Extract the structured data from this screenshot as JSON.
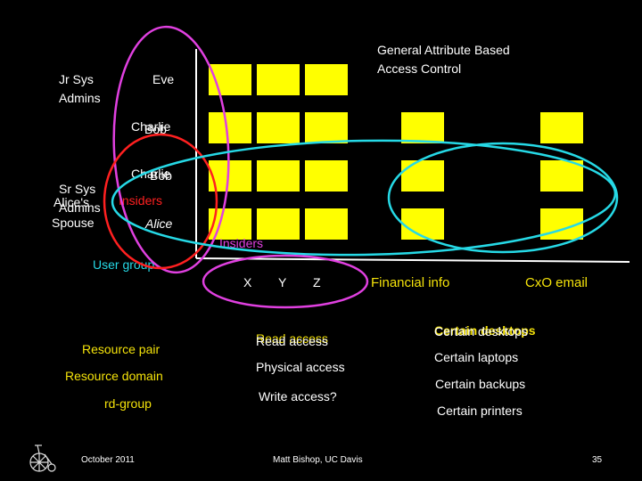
{
  "title": {
    "line1": "General Attribute Based",
    "line2": "Access Control"
  },
  "rows": {
    "jr_line1": "Jr Sys",
    "jr_line2": "Admins",
    "eve": "Eve",
    "charlie_a": "Charlie",
    "bob_a": "Bob",
    "charlie_b": "Charlie",
    "bob_b": "Bob",
    "sr_line1": "Sr Sys",
    "sr_line2": "Admins",
    "alices_line1": "Alice's",
    "alices_line2": "Spouse",
    "alice": "Alice"
  },
  "groups": {
    "insiders_red": "Insiders",
    "insiders_magenta": "Insiders",
    "user_group": "User group"
  },
  "columns": {
    "x": "X",
    "y": "Y",
    "z": "Z",
    "financial": "Financial info",
    "cxo": "CxO email"
  },
  "left_labels": {
    "resource_pair": "Resource pair",
    "resource_domain": "Resource domain",
    "rd_group": "rd-group"
  },
  "access_list": {
    "read": "Read access",
    "physical": "Physical access",
    "write": "Write access?"
  },
  "resource_list": {
    "desktops": "Certain desktops",
    "laptops": "Certain laptops",
    "backups": "Certain backups",
    "printers": "Certain printers"
  },
  "footer": {
    "date": "October 2011",
    "author": "Matt Bishop, UC Davis",
    "page": "35"
  },
  "colors": {
    "background": "#000000",
    "cell": "#ffff00",
    "magenta": "#e040e0",
    "red": "#ff2020",
    "cyan": "#26d9e6",
    "label_yellow": "#f5e30a"
  },
  "icons": {
    "logo": "penny-farthing-bicycle-icon"
  }
}
